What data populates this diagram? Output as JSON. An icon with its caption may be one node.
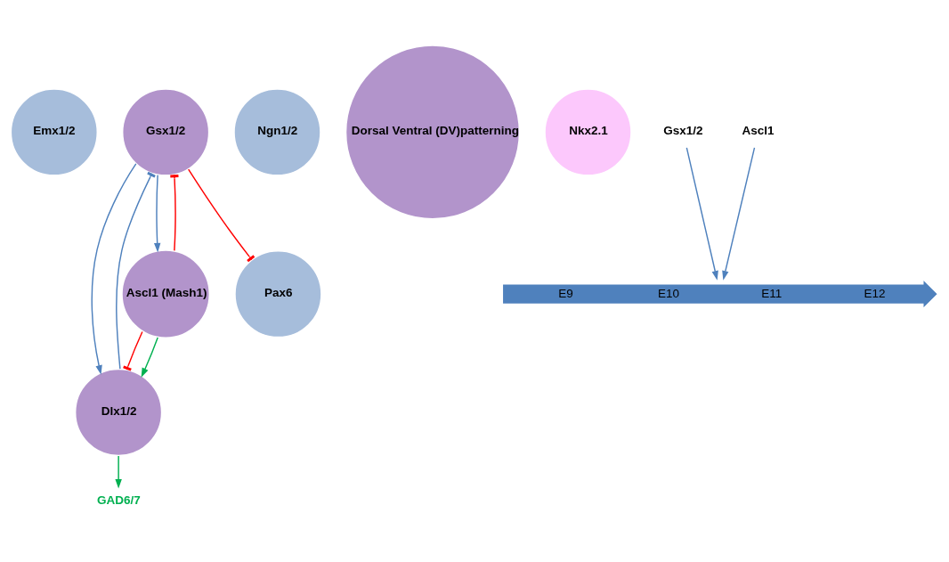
{
  "diagram": {
    "nodes": [
      {
        "text": [
          "Emx1/2"
        ]
      },
      {
        "text": [
          "Pax6"
        ]
      },
      {
        "text": [
          "Ngn1/2"
        ]
      },
      {
        "text": [
          "Dorsal Ventral (DV)patterning"
        ]
      },
      {
        "text": [
          "Nkx2.1"
        ]
      },
      {
        "text": [
          "GAD6/7"
        ]
      },
      {
        "text": [
          "Dlx1/2"
        ]
      },
      {
        "text": [
          "Ascl1 (Mash1)"
        ]
      },
      {
        "text": [
          "Gsx1/2"
        ]
      },
      {
        "text": [
          "Gsx1/2"
        ]
      },
      {
        "text": [
          "Ascl1"
        ]
      },
      {
        "text": [
          "E9",
          "E10",
          "E11",
          "E12"
        ]
      }
    ],
    "edges": [
      {
        "from": 6,
        "to": 5,
        "arrow": "to",
        "color": "#00b050"
      },
      {
        "from": 8,
        "to": 1,
        "arrow": "other",
        "color": "#ff0000"
      },
      {
        "from": 7,
        "to": 6,
        "arrow": "other",
        "color": "#ff0000"
      },
      {
        "from": 7,
        "to": 6,
        "arrow": "to",
        "color": "#00b050"
      },
      {
        "from": 8,
        "to": 6,
        "arrow": "to"
      },
      {
        "from": 6,
        "to": 8,
        "arrow": "other"
      },
      {
        "from": 8,
        "to": 7,
        "arrow": "to"
      },
      {
        "from": 7,
        "to": 8,
        "arrow": "other",
        "color": "#ff0000"
      },
      {
        "from": 9,
        "to": 11,
        "arrow": "to"
      },
      {
        "from": 10,
        "to": 11,
        "arrow": "to"
      }
    ]
  }
}
